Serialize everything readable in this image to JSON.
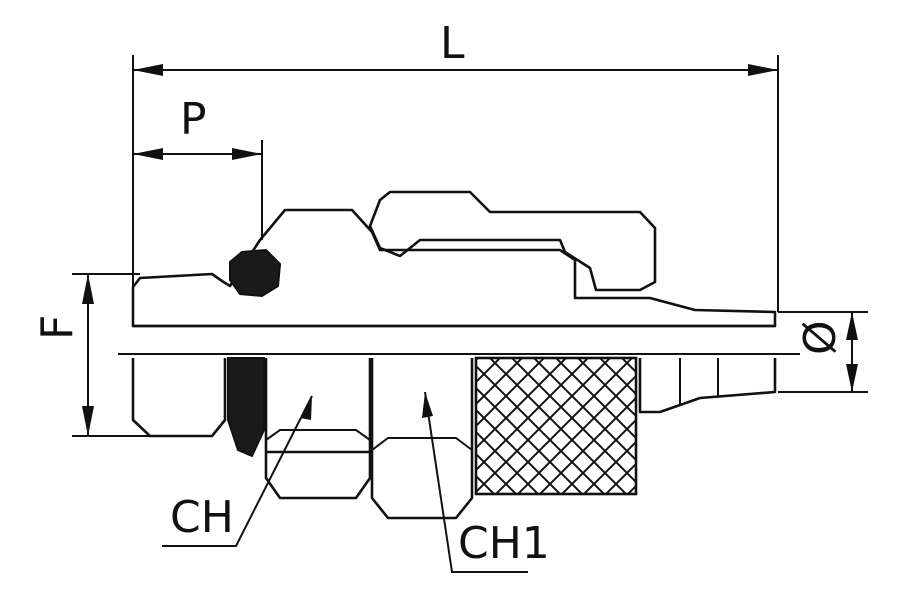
{
  "labels": {
    "length": "L",
    "port": "P",
    "thread": "F",
    "tube_diameter": "Ø",
    "hex_wrench": "CH",
    "hex_wrench_nut": "CH1"
  },
  "colors": {
    "line": "#111111",
    "background": "#ffffff",
    "oring": "#1a1a1a"
  }
}
